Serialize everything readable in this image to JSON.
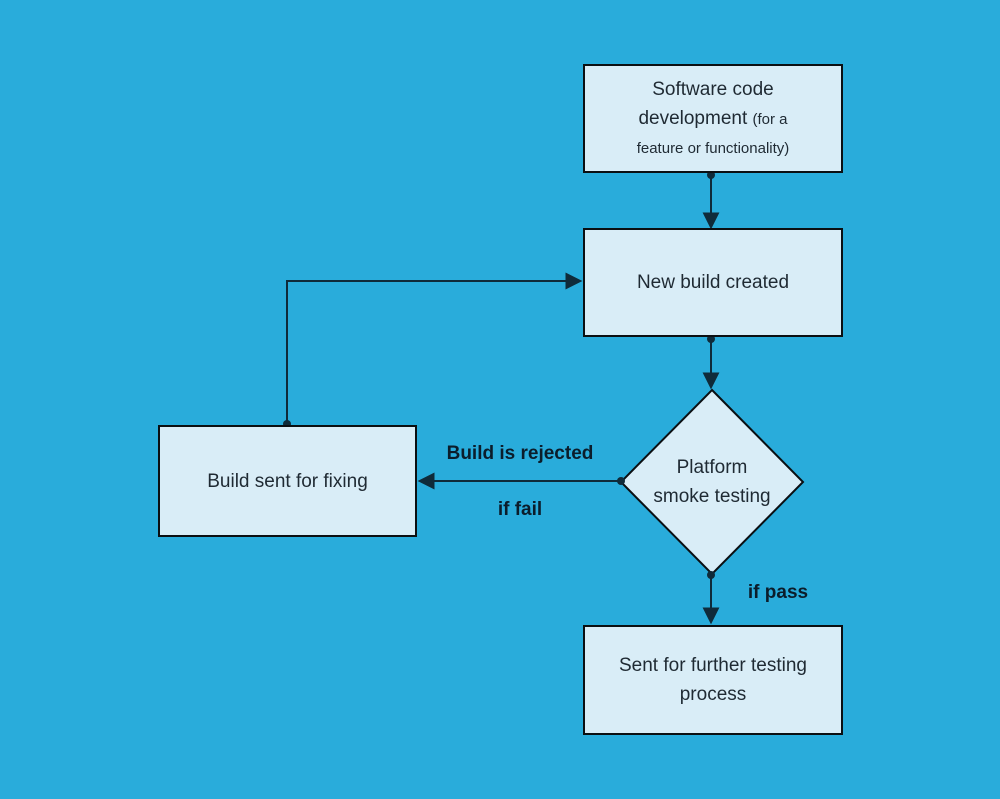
{
  "colors": {
    "background": "#29ACDB",
    "node_fill": "#D9EDF7",
    "node_border": "#0B0F12",
    "connector": "#0F2B3A",
    "node_text": "#1F2A33",
    "label_text": "#0B1D2B"
  },
  "nodes": {
    "software_dev": {
      "line1": "Software code",
      "line2_main": "development",
      "line2_note": "(for a",
      "line3_note": "feature or functionality)"
    },
    "new_build": {
      "label": "New build created"
    },
    "smoke_test": {
      "label": "Platform smoke testing"
    },
    "build_fixing": {
      "label": "Build sent for fixing"
    },
    "further_testing": {
      "label": "Sent for further testing process"
    }
  },
  "edge_labels": {
    "build_rejected": "Build is rejected",
    "if_fail": "if fail",
    "if_pass": "if pass"
  }
}
